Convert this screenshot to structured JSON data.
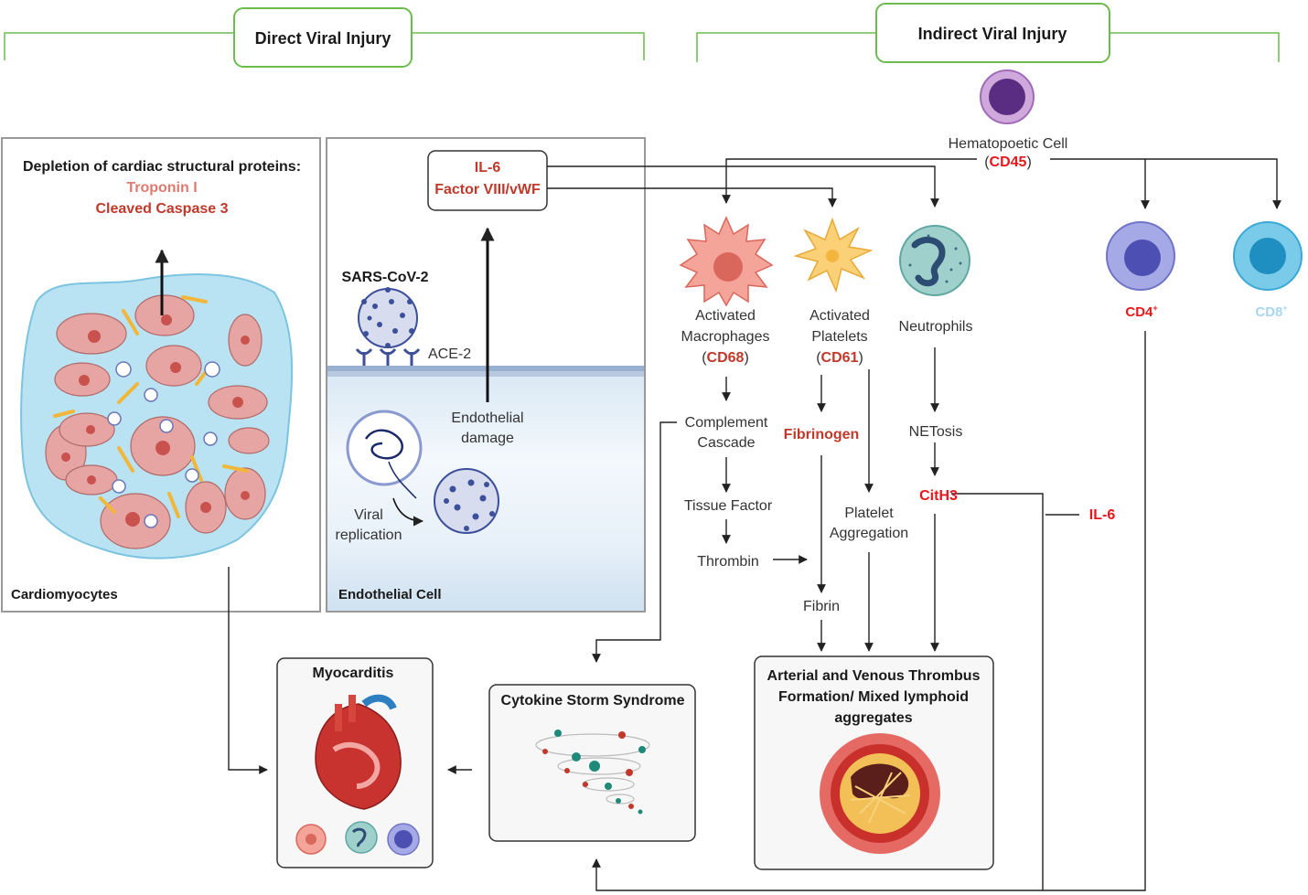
{
  "colors": {
    "bracket_green": "#6cbb4f",
    "label_red": "#c0392b",
    "troponin": "#e07a6f",
    "cd4_label": "#e8171b",
    "cd8_label": "#a9d6ee",
    "panel_border": "#999999"
  },
  "headers": {
    "direct": "Direct Viral Injury",
    "indirect": "Indirect Viral Injury"
  },
  "cardio_panel": {
    "title": "Depletion of cardiac structural proteins:",
    "troponin": "Troponin I",
    "caspase": "Cleaved Caspase 3",
    "footer": "Cardiomyocytes"
  },
  "endo_panel": {
    "il6": "IL-6",
    "factor": "Factor VIII/vWF",
    "virus": "SARS-CoV-2",
    "receptor": "ACE-2",
    "damage_1": "Endothelial",
    "damage_2": "damage",
    "replication_1": "Viral",
    "replication_2": "replication",
    "footer": "Endothelial Cell"
  },
  "hematopoietic": {
    "label": "Hematopoetic Cell",
    "paren_open": "(",
    "marker": "CD45",
    "paren_close": ")"
  },
  "cells": {
    "macrophage_1": "Activated",
    "macrophage_2": "Macrophages",
    "macrophage_marker_open": "(",
    "macrophage_marker": "CD68",
    "macrophage_marker_close": ")",
    "platelet_1": "Activated",
    "platelet_2": "Platelets",
    "platelet_marker_open": "(",
    "platelet_marker": "CD61",
    "platelet_marker_close": ")",
    "neutrophils": "Neutrophils",
    "cd4": "CD4",
    "cd8": "CD8",
    "superscript": "+"
  },
  "pathway": {
    "complement_1": "Complement",
    "complement_2": "Cascade",
    "tissue_factor": "Tissue Factor",
    "thrombin": "Thrombin",
    "fibrinogen": "Fibrinogen",
    "fibrin": "Fibrin",
    "platelet_agg_1": "Platelet",
    "platelet_agg_2": "Aggregation",
    "netosis": "NETosis",
    "cith3": "CitH3",
    "il6_side": "IL-6"
  },
  "outcomes": {
    "myocarditis": "Myocarditis",
    "cytokine": "Cytokine Storm Syndrome",
    "thrombus_1": "Arterial and Venous Thrombus",
    "thrombus_2": "Formation/ Mixed lymphoid",
    "thrombus_3": "aggregates"
  }
}
